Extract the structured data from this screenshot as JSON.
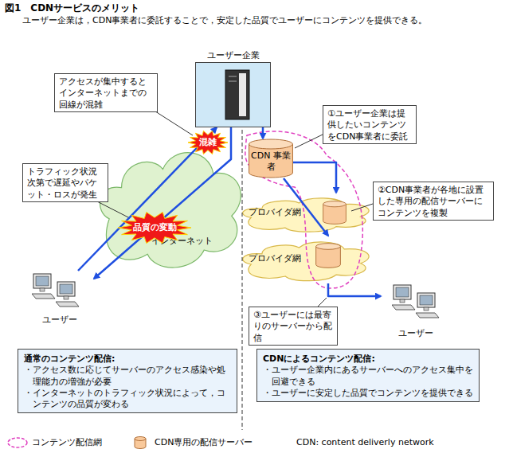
{
  "diagram": {
    "title": "図1　CDNサービスのメリット",
    "caption": "ユーザー企業は，CDN事業者に委託することで，安定した品質でユーザーにコンテンツを提供できる。",
    "nodes": [
      {
        "text": [
          "ユーザー企業"
        ]
      },
      {
        "text": [
          "アクセスが集中するとインターネットまでの回線が混雑"
        ]
      },
      {
        "text": [
          "混雑"
        ]
      },
      {
        "text": [
          "CDN 事業者"
        ]
      },
      {
        "text": [
          "①ユーザー企業は提供したいコンテンツをCDN事業者に委託"
        ]
      },
      {
        "text": [
          "インターネット"
        ]
      },
      {
        "text": [
          "トラフィック状況次第で遅延やパケット・ロスが発生"
        ]
      },
      {
        "text": [
          "品質の変動"
        ]
      },
      {
        "text": [
          "②CDN事業者が各地に設置した専用の配信サーバーにコンテンツを複製"
        ]
      },
      {
        "text": [
          "プロバイダ網"
        ]
      },
      {
        "text": [
          "プロバイダ網"
        ]
      },
      {
        "text": [
          "ユーザー"
        ]
      },
      {
        "text": [
          "ユーザー"
        ]
      },
      {
        "text": [
          "③ユーザーには最寄りのサーバーから配信"
        ]
      },
      {
        "text": [
          "通常のコンテンツ配信:",
          "・アクセス数に応じてサーバーのアクセス感染や処理能力の増強が必要",
          "・インターネットのトラフィック状況によって，コンテンツの品質が変わる"
        ]
      },
      {
        "text": [
          "CDNによるコンテンツ配信:",
          "・ユーザー企業内にあるサーバーへのアクセス集中を回避できる",
          "・ユーザーに安定した品質でコンテンツを提供できる"
        ]
      }
    ],
    "edges": [
      {
        "from": 0,
        "to": 3,
        "arrow": "to"
      },
      {
        "from": 3,
        "to": 9,
        "arrow": "to"
      },
      {
        "from": 3,
        "to": 10,
        "arrow": "to"
      },
      {
        "from": 10,
        "to": 12,
        "arrow": "to"
      },
      {
        "from": 0,
        "to": 11,
        "arrow": "to"
      },
      {
        "from": 11,
        "to": 0,
        "arrow": "to"
      }
    ],
    "labels": [
      "CDN: content deliverly network"
    ],
    "legend": [
      {
        "text": "コンテンツ配信網"
      },
      {
        "text": "CDN専用の配信サーバー",
        "color": "#f9c99b"
      }
    ]
  }
}
